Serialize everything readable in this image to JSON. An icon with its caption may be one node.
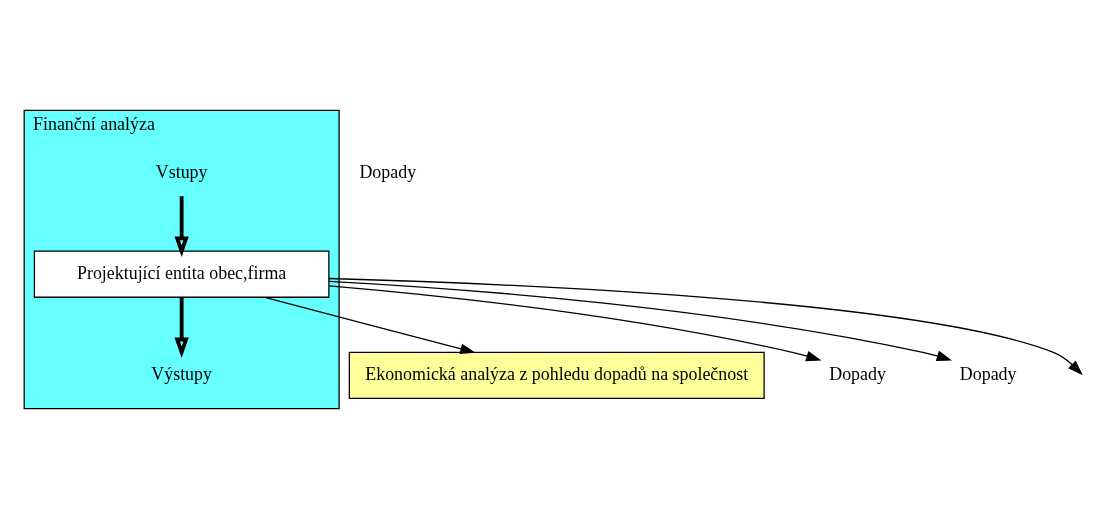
{
  "diagram": {
    "nodes": [
      {
        "text": [
          "Ekonomická analýza z pohledu dopadů na společnost"
        ]
      },
      {
        "text": [
          "Finanční analýza"
        ]
      },
      {
        "text": [
          "Projektující entita obec,firma"
        ],
        "in": 1
      },
      {
        "text": [
          "Dopady"
        ]
      },
      {
        "text": [
          "Vstupy"
        ],
        "in": 1
      },
      {
        "text": [
          "Výstupy"
        ],
        "in": 1
      },
      {
        "text": [
          "Dopady"
        ]
      }
    ],
    "edges": [
      {
        "from": 2,
        "to": 0,
        "arrow": "to"
      },
      {
        "from": 2,
        "to": 3,
        "arrow": "to"
      },
      {
        "from": 2,
        "to": null,
        "arrow": "to"
      },
      {
        "from": 2,
        "to": 6,
        "arrow": "to"
      },
      {
        "from": 4,
        "to": 2,
        "arrow": "to",
        "style": "thick"
      },
      {
        "from": 2,
        "to": 5,
        "arrow": "to",
        "style": "thick"
      }
    ],
    "labels": [
      "Dopady"
    ]
  }
}
